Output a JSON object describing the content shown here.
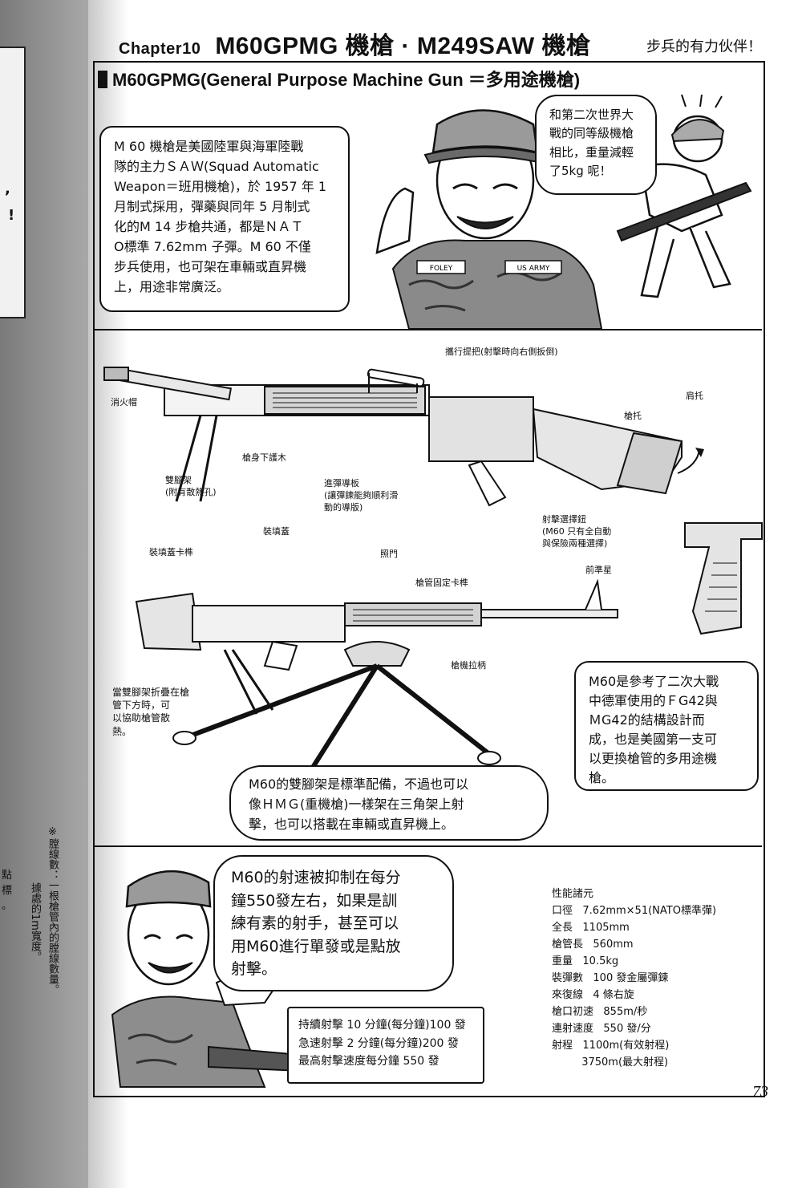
{
  "header": {
    "chapter": "Chapter10",
    "title": "M60GPMG 機槍 · M249SAW 機槍",
    "subtitle": "步兵的有力伙伴！"
  },
  "section": {
    "heading": "M60GPMG(General Purpose Machine Gun ＝多用途機槍)"
  },
  "panel1": {
    "intro_text": "M 60 機槍是美國陸軍與海軍陸戰\n隊的主力ＳＡＷ(Squad  Automatic\nWeapon＝班用機槍)，於 1957 年 1\n月制式採用，彈藥與同年 5 月制式\n化的M 14 步槍共通，都是ＮＡＴ\nO標準 7.62mm 子彈。M 60 不僅\n步兵使用，也可架在車輛或直昇機\n上，用途非常廣泛。",
    "speech_text": "和第二次世界大\n戰的同等級機槍\n相比，重量減輕\n了5kg 呢！",
    "name_tag_left": "FOLEY",
    "name_tag_right": "US ARMY"
  },
  "diagram_top": {
    "labels": {
      "carry_handle": "攜行提把(射擊時向右側扳倒)",
      "shoulder_rest": "肩托",
      "flash_hider": "消火帽",
      "stock": "槍托",
      "handguard": "槍身下護木",
      "bipod": "雙腳架\n(附有散熱孔)",
      "feed_tray": "進彈導板\n(讓彈鍊能夠順利滑\n動的導版)",
      "fire_selector": "射擊選擇鈕\n(M60 只有全自動\n與保險兩種選擇)"
    }
  },
  "diagram_bottom": {
    "labels": {
      "cover": "裝填蓋",
      "cover_latch": "裝填蓋卡榫",
      "rear_sight": "照門",
      "barrel_latch": "槍管固定卡榫",
      "front_sight": "前準星",
      "charging_handle": "槍機拉柄",
      "folded_bipod": "當雙腳架折疊在槍\n管下方時，可\n以協助槍管散\n熱。"
    },
    "fg42_text": "M60是參考了二次大戰\n中德軍使用的ＦG42與\nＭG42的結構設計而\n成，也是美國第一支可\n以更換槍管的多用途機\n槍。",
    "tripod_text": "M60的雙腳架是標準配備，不過也可以\n像ＨＭＧ(重機槍)一樣架在三角架上射\n擊，也可以搭載在車輛或直昇機上。"
  },
  "panel3": {
    "rate_text": "M60的射速被抑制在每分\n鐘550發左右，如果是訓\n練有素的射手，甚至可以\n用M60進行單發或是點放\n射擊。",
    "fire_rates": "持續射擊 10 分鐘(每分鐘)100 發\n急速射擊 2 分鐘(每分鐘)200 發\n最高射擊速度每分鐘 550 發",
    "specs_title": "性能諸元",
    "specs": [
      "口徑   7.62mm×51(NATO標準彈)",
      "全長   1105mm",
      "槍管長   560mm",
      "重量   10.5kg",
      "裝彈數   100 發金屬彈鍊",
      "來復線   4 條右旋",
      "槍口初速   855m/秒",
      "連射速度   550 發/分",
      "射程   1100m(有效射程)",
      "         3750m(最大射程)"
    ]
  },
  "margin_notes": {
    "note_a": "※膛線數：一根槍管內的膛線數量。",
    "note_b": "據處的1m寬度。",
    "note_c": "點\n標\n。"
  },
  "page_number": "73"
}
